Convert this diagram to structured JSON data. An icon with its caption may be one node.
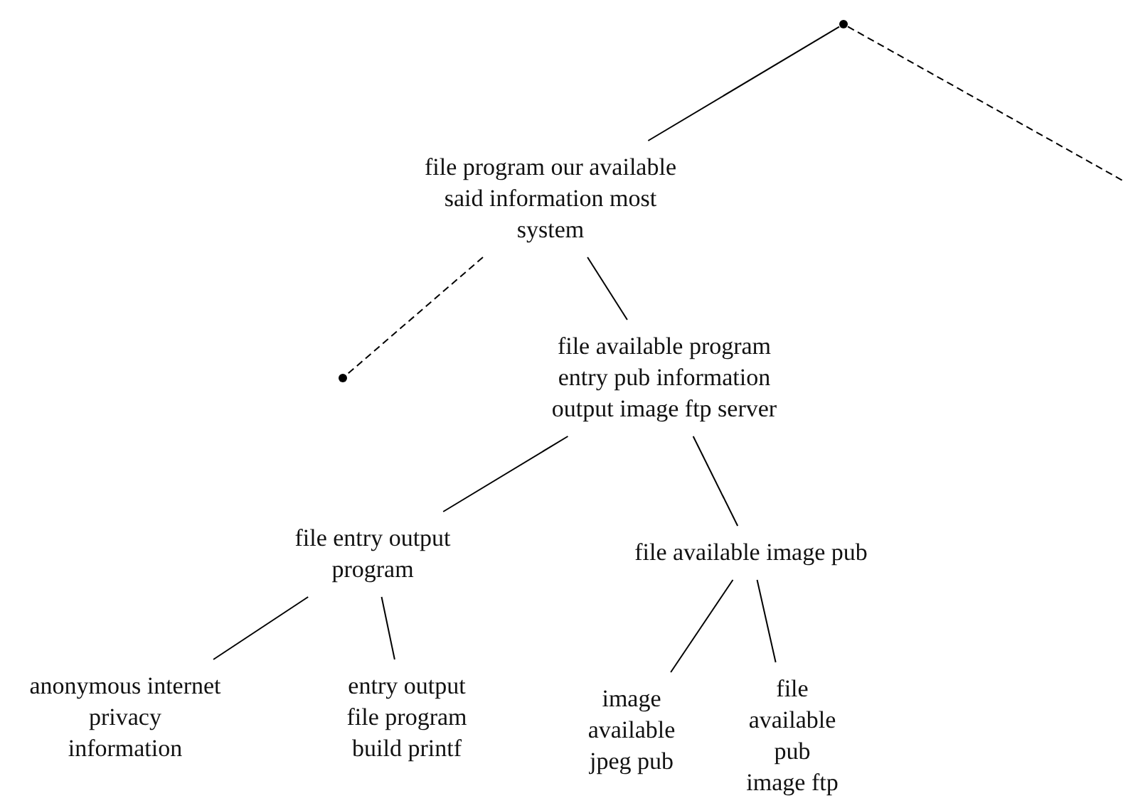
{
  "diagram": {
    "nodes": [
      {
        "text": [],
        "shape": "circle"
      },
      {
        "text": [
          "file program our available said information most system"
        ]
      },
      {
        "text": [],
        "shape": "circle"
      },
      {
        "text": [
          "file available program entry pub information output image ftp server"
        ]
      },
      {
        "text": [
          "file entry output program"
        ]
      },
      {
        "text": [
          "file available image pub"
        ]
      },
      {
        "text": [
          "anonymous internet privacy information"
        ]
      },
      {
        "text": [
          "entry output file program build printf"
        ]
      },
      {
        "text": [
          "image available jpeg pub"
        ]
      },
      {
        "text": [
          "file available pub image ftp"
        ]
      }
    ],
    "edges": [
      {
        "from": 0,
        "to": 1,
        "arrow": "none"
      },
      {
        "from": 0,
        "to": null,
        "arrow": "none",
        "style": "dashed"
      },
      {
        "from": 1,
        "to": 2,
        "arrow": "none",
        "style": "dashed"
      },
      {
        "from": 1,
        "to": 3,
        "arrow": "none"
      },
      {
        "from": 3,
        "to": 4,
        "arrow": "none"
      },
      {
        "from": 3,
        "to": 5,
        "arrow": "none"
      },
      {
        "from": 4,
        "to": 6,
        "arrow": "none"
      },
      {
        "from": 4,
        "to": 7,
        "arrow": "none"
      },
      {
        "from": 5,
        "to": 8,
        "arrow": "none"
      },
      {
        "from": 5,
        "to": 9,
        "arrow": "none"
      }
    ]
  }
}
